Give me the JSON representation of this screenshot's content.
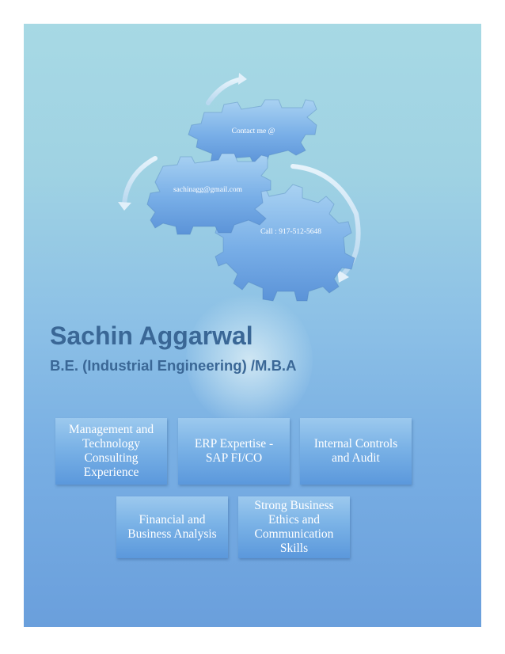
{
  "profile": {
    "name": "Sachin Aggarwal",
    "degree": "B.E. (Industrial Engineering) /M.B.A"
  },
  "contact": {
    "heading": "Contact me @",
    "email": "sachinagg@gmail.com",
    "phone": "Call : 917-512-5648"
  },
  "skills": [
    "Management and Technology Consulting Experience",
    "ERP Expertise - SAP FI/CO",
    "Internal Controls and Audit",
    "Financial and Business Analysis",
    "Strong Business Ethics and Communication Skills"
  ],
  "colors": {
    "title": "#3a6796",
    "gear": "#6ea2e0",
    "box": "#7ab2e6"
  },
  "icons": [
    "gear-icon",
    "circular-arrow-icon"
  ]
}
